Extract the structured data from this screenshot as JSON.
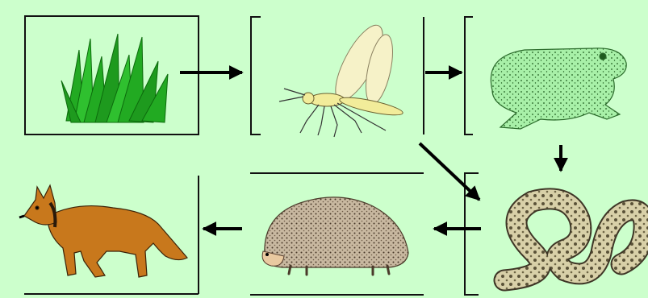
{
  "diagram": {
    "type": "food-chain",
    "background": "#ccffcc",
    "organisms": [
      {
        "id": "grass",
        "icon": "grass-icon",
        "color": "#22aa22"
      },
      {
        "id": "mosquito",
        "icon": "mosquito-icon",
        "color": "#f2ec9a"
      },
      {
        "id": "toad",
        "icon": "toad-icon",
        "color": "#a8f0a8"
      },
      {
        "id": "snake",
        "icon": "snake-icon",
        "color": "#d8d0a8"
      },
      {
        "id": "hedgehog",
        "icon": "hedgehog-icon",
        "color": "#c8b8a0"
      },
      {
        "id": "fox",
        "icon": "fox-icon",
        "color": "#c8781c"
      }
    ],
    "links": [
      {
        "from": "grass",
        "to": "mosquito"
      },
      {
        "from": "mosquito",
        "to": "toad"
      },
      {
        "from": "mosquito",
        "to": "snake"
      },
      {
        "from": "toad",
        "to": "snake"
      },
      {
        "from": "snake",
        "to": "hedgehog"
      },
      {
        "from": "hedgehog",
        "to": "fox"
      }
    ]
  }
}
